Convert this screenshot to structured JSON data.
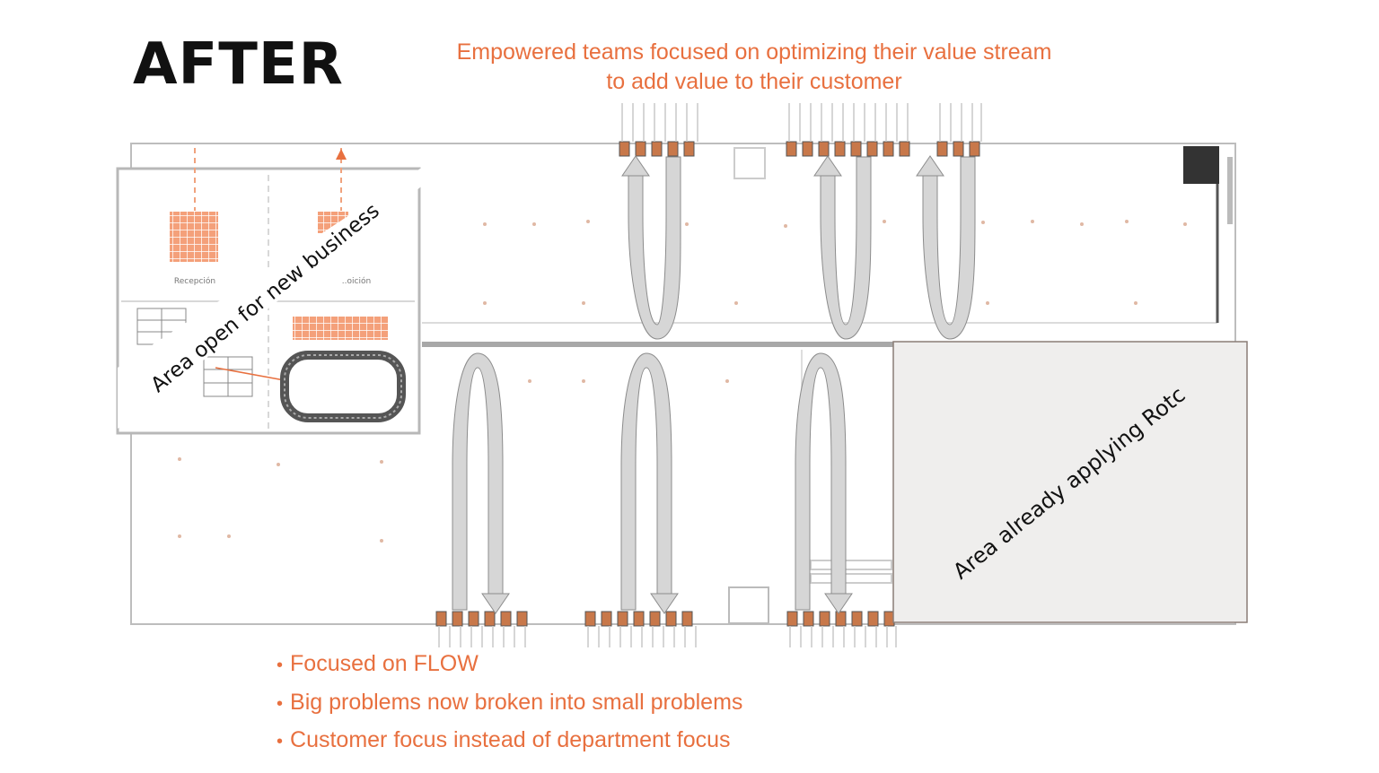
{
  "slide": {
    "title": "AFTER",
    "headline_lines": [
      "Empowered teams focused on optimizing their value stream",
      "to add value to their customer"
    ],
    "bullets": [
      "Focused on FLOW",
      "Big problems now broken into small problems",
      "Customer focus instead of department focus"
    ]
  },
  "diagram": {
    "banner_new_business": "Area open for new business",
    "label_rotc": "Area already applying Rotc",
    "room_labels": [
      "Recepción",
      "..oición"
    ]
  },
  "colors": {
    "accent": "#e8703f",
    "text": "#111111",
    "arrow_fill": "#cfcfcf",
    "arrow_dark": "#a5a5a5",
    "rotc_fill": "#efeeed",
    "station": "#c8784a"
  }
}
